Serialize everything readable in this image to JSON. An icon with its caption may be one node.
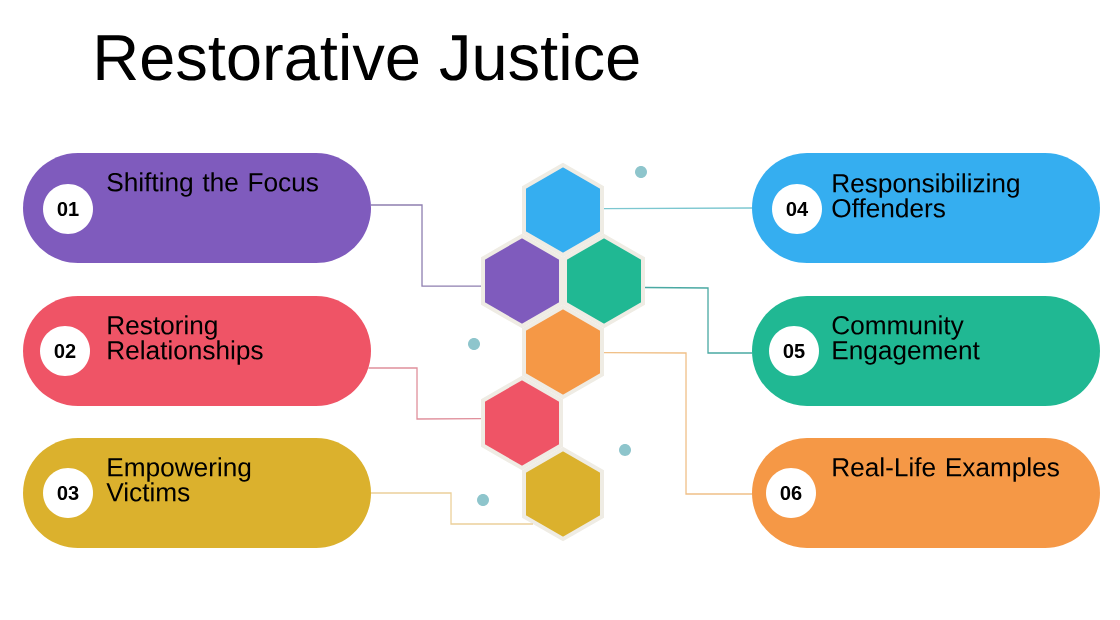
{
  "diagram": {
    "title": "Restorative Justice",
    "nodes": [
      {
        "text": [
          "Shifting the Focus"
        ]
      },
      {
        "text": [
          "01"
        ],
        "in": 0
      },
      {
        "text": [
          "Restoring Relationships"
        ]
      },
      {
        "text": [
          "02"
        ],
        "in": 2
      },
      {
        "text": [
          "Empowering Victims"
        ]
      },
      {
        "text": [
          "03"
        ],
        "in": 4
      },
      {
        "text": [
          "Responsibilizing Offenders"
        ]
      },
      {
        "text": [
          "04"
        ],
        "in": 6
      },
      {
        "text": [
          "Community Engagement"
        ]
      },
      {
        "text": [
          "05"
        ],
        "in": 8
      },
      {
        "text": [
          "Real-Life Examples"
        ]
      },
      {
        "text": [
          "06"
        ],
        "in": 10
      },
      {
        "text": [],
        "shape": "hexagon"
      },
      {
        "text": [],
        "shape": "hexagon"
      },
      {
        "text": [],
        "shape": "hexagon"
      },
      {
        "text": [],
        "shape": "hexagon"
      },
      {
        "text": [],
        "shape": "hexagon"
      },
      {
        "text": [],
        "shape": "hexagon"
      }
    ],
    "edges": [
      {
        "from": 0,
        "to": 13,
        "arrow": "none",
        "color": "#8e7fb0"
      },
      {
        "from": 2,
        "to": 16,
        "arrow": "none",
        "color": "#e0909c"
      },
      {
        "from": 4,
        "to": 17,
        "arrow": "none",
        "color": "#ecd09a"
      },
      {
        "from": 6,
        "to": 12,
        "arrow": "none",
        "color": "#7cc7d0"
      },
      {
        "from": 8,
        "to": 14,
        "arrow": "none",
        "color": "#4aa9a3"
      },
      {
        "from": 10,
        "to": 15,
        "arrow": "none",
        "color": "#f0c088"
      }
    ]
  }
}
